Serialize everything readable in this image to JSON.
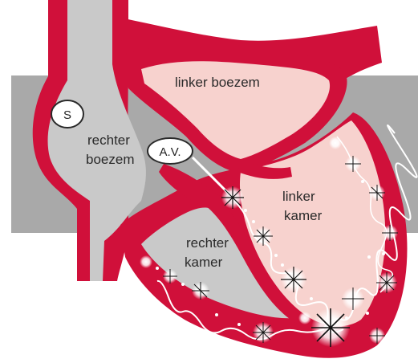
{
  "diagram": {
    "labels": {
      "left_atrium": "linker boezem",
      "right_atrium_line1": "rechter",
      "right_atrium_line2": "boezem",
      "left_ventricle_line1": "linker",
      "left_ventricle_line2": "kamer",
      "right_ventricle_line1": "rechter",
      "right_ventricle_line2": "kamer"
    },
    "nodes": {
      "sa_node": "S",
      "av_node": "A.V."
    },
    "colors": {
      "muscle": "#d0103a",
      "left_chambers": "#f7d2ce",
      "right_chambers": "#c9c9c9",
      "background_band": "#a9a9a9",
      "conduction": "#ffffff"
    }
  }
}
